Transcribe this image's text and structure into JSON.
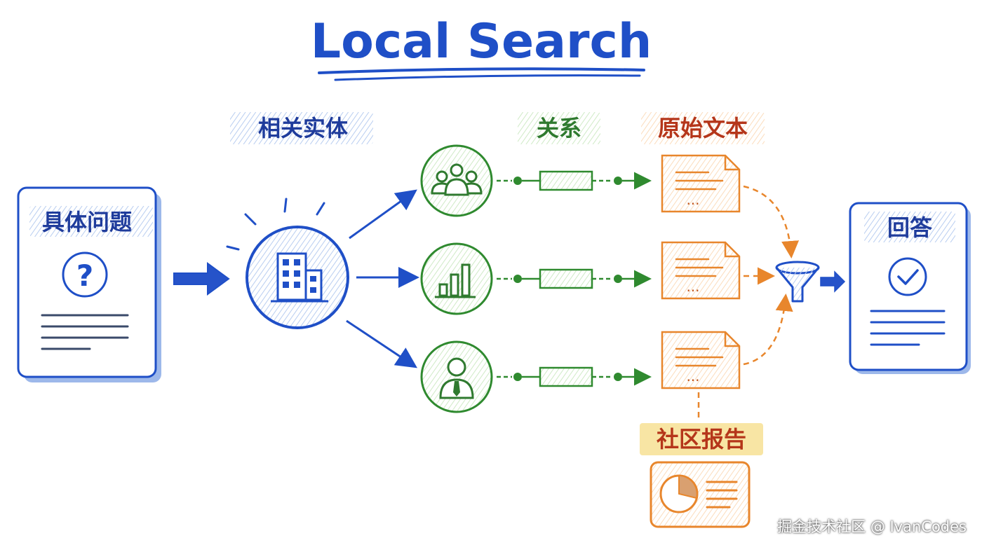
{
  "title": "Local Search",
  "labels": {
    "question": "具体问题",
    "entities": "相关实体",
    "relations": "关系",
    "raw_text": "原始文本",
    "community_report": "社区报告",
    "answer": "回答"
  },
  "icons": {
    "question": "question-circle-icon",
    "entity": "building-icon",
    "group": "people-group-icon",
    "chart": "bar-chart-icon",
    "person": "person-tie-icon",
    "document": "document-icon",
    "funnel": "funnel-icon",
    "check": "check-circle-icon",
    "report": "pie-report-icon"
  },
  "doc_dots": "...",
  "watermark": "掘金技术社区 @ IvanCodes",
  "colors": {
    "blue": "#1f4fc7",
    "blue_light": "#9db8ea",
    "green": "#2f8a2f",
    "green_light": "#bfe3b5",
    "orange": "#e8862c",
    "orange_light": "#f7cf9f",
    "orange_text": "#b5361a",
    "yellow": "#f5dc85"
  }
}
